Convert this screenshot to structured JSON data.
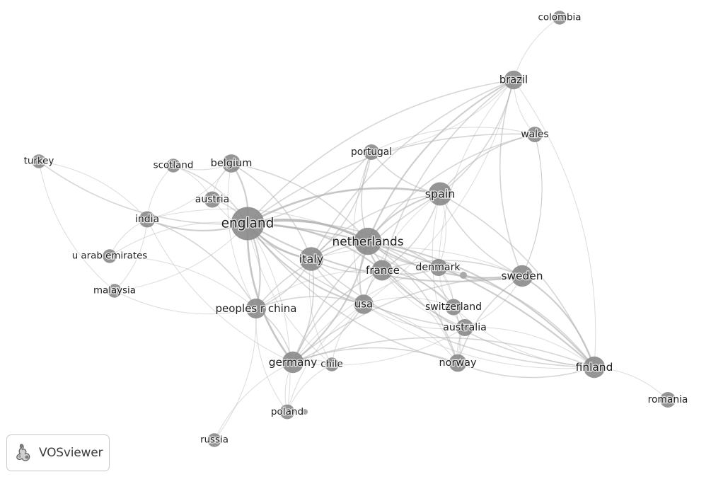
{
  "app": {
    "brand": "VOSviewer"
  },
  "palette": {
    "node": "#8a8a8a",
    "edge": "#b4b4b4",
    "label": "#1e1e1e",
    "background": "#ffffff"
  },
  "logo_icon": "vosviewer-logo-icon",
  "network": {
    "nodes": [
      {
        "id": "england",
        "label": "england",
        "weight": 100
      },
      {
        "id": "netherlands",
        "label": "netherlands",
        "weight": 62
      },
      {
        "id": "italy",
        "label": "italy",
        "weight": 44
      },
      {
        "id": "spain",
        "label": "spain",
        "weight": 42
      },
      {
        "id": "sweden",
        "label": "sweden",
        "weight": 34
      },
      {
        "id": "finland",
        "label": "finland",
        "weight": 34
      },
      {
        "id": "germany",
        "label": "germany",
        "weight": 34
      },
      {
        "id": "france",
        "label": "france",
        "weight": 30
      },
      {
        "id": "peoples_r_china",
        "label": "peoples r china",
        "weight": 28
      },
      {
        "id": "usa",
        "label": "usa",
        "weight": 26
      },
      {
        "id": "brazil",
        "label": "brazil",
        "weight": 24
      },
      {
        "id": "belgium",
        "label": "belgium",
        "weight": 22
      },
      {
        "id": "norway",
        "label": "norway",
        "weight": 20
      },
      {
        "id": "denmark",
        "label": "denmark",
        "weight": 18
      },
      {
        "id": "australia",
        "label": "australia",
        "weight": 18
      },
      {
        "id": "switzerland",
        "label": "switzerland",
        "weight": 16
      },
      {
        "id": "india",
        "label": "india",
        "weight": 16
      },
      {
        "id": "austria",
        "label": "austria",
        "weight": 16
      },
      {
        "id": "portugal",
        "label": "portugal",
        "weight": 14
      },
      {
        "id": "wales",
        "label": "wales",
        "weight": 14
      },
      {
        "id": "romania",
        "label": "romania",
        "weight": 14
      },
      {
        "id": "poland",
        "label": "poland",
        "weight": 12
      },
      {
        "id": "chile",
        "label": "chile",
        "weight": 10
      },
      {
        "id": "scotland",
        "label": "scotland",
        "weight": 10
      },
      {
        "id": "u_arab_emirates",
        "label": "u arab emirates",
        "weight": 10
      },
      {
        "id": "malaysia",
        "label": "malaysia",
        "weight": 10
      },
      {
        "id": "turkey",
        "label": "turkey",
        "weight": 10
      },
      {
        "id": "russia",
        "label": "russia",
        "weight": 10
      },
      {
        "id": "colombia",
        "label": "colombia",
        "weight": 10
      }
    ],
    "links": [
      [
        "england",
        "netherlands",
        5
      ],
      [
        "england",
        "italy",
        4
      ],
      [
        "england",
        "spain",
        4
      ],
      [
        "england",
        "germany",
        4
      ],
      [
        "england",
        "france",
        3
      ],
      [
        "england",
        "sweden",
        3
      ],
      [
        "england",
        "finland",
        3
      ],
      [
        "england",
        "usa",
        3
      ],
      [
        "england",
        "peoples_r_china",
        3
      ],
      [
        "england",
        "belgium",
        3
      ],
      [
        "england",
        "brazil",
        2
      ],
      [
        "england",
        "norway",
        2
      ],
      [
        "england",
        "india",
        3
      ],
      [
        "england",
        "austria",
        2
      ],
      [
        "england",
        "denmark",
        2
      ],
      [
        "england",
        "australia",
        2
      ],
      [
        "england",
        "switzerland",
        2
      ],
      [
        "england",
        "portugal",
        2
      ],
      [
        "england",
        "wales",
        2
      ],
      [
        "england",
        "scotland",
        2
      ],
      [
        "england",
        "malaysia",
        1
      ],
      [
        "england",
        "u_arab_emirates",
        1
      ],
      [
        "england",
        "turkey",
        2
      ],
      [
        "england",
        "chile",
        1
      ],
      [
        "england",
        "poland",
        1
      ],
      [
        "netherlands",
        "italy",
        3
      ],
      [
        "netherlands",
        "spain",
        3
      ],
      [
        "netherlands",
        "france",
        3
      ],
      [
        "netherlands",
        "germany",
        3
      ],
      [
        "netherlands",
        "sweden",
        3
      ],
      [
        "netherlands",
        "finland",
        3
      ],
      [
        "netherlands",
        "usa",
        2
      ],
      [
        "netherlands",
        "brazil",
        3
      ],
      [
        "netherlands",
        "belgium",
        2
      ],
      [
        "netherlands",
        "norway",
        2
      ],
      [
        "netherlands",
        "denmark",
        2
      ],
      [
        "netherlands",
        "switzerland",
        2
      ],
      [
        "netherlands",
        "australia",
        2
      ],
      [
        "netherlands",
        "portugal",
        2
      ],
      [
        "netherlands",
        "peoples_r_china",
        2
      ],
      [
        "netherlands",
        "wales",
        2
      ],
      [
        "netherlands",
        "india",
        1
      ],
      [
        "italy",
        "spain",
        2
      ],
      [
        "italy",
        "france",
        2
      ],
      [
        "italy",
        "germany",
        2
      ],
      [
        "italy",
        "usa",
        2
      ],
      [
        "italy",
        "peoples_r_china",
        2
      ],
      [
        "italy",
        "belgium",
        2
      ],
      [
        "italy",
        "brazil",
        2
      ],
      [
        "italy",
        "finland",
        2
      ],
      [
        "italy",
        "sweden",
        1
      ],
      [
        "italy",
        "portugal",
        2
      ],
      [
        "italy",
        "austria",
        1
      ],
      [
        "italy",
        "chile",
        1
      ],
      [
        "spain",
        "france",
        2
      ],
      [
        "spain",
        "brazil",
        2
      ],
      [
        "spain",
        "wales",
        2
      ],
      [
        "spain",
        "sweden",
        2
      ],
      [
        "spain",
        "finland",
        2
      ],
      [
        "spain",
        "germany",
        2
      ],
      [
        "spain",
        "portugal",
        2
      ],
      [
        "spain",
        "usa",
        1
      ],
      [
        "spain",
        "denmark",
        1
      ],
      [
        "spain",
        "norway",
        1
      ],
      [
        "sweden",
        "finland",
        3
      ],
      [
        "sweden",
        "norway",
        2
      ],
      [
        "sweden",
        "denmark",
        2
      ],
      [
        "sweden",
        "germany",
        2
      ],
      [
        "sweden",
        "brazil",
        2
      ],
      [
        "sweden",
        "france",
        2
      ],
      [
        "sweden",
        "australia",
        1
      ],
      [
        "sweden",
        "wales",
        1
      ],
      [
        "finland",
        "norway",
        2
      ],
      [
        "finland",
        "germany",
        2
      ],
      [
        "finland",
        "romania",
        1
      ],
      [
        "finland",
        "brazil",
        1
      ],
      [
        "finland",
        "france",
        2
      ],
      [
        "finland",
        "denmark",
        2
      ],
      [
        "finland",
        "usa",
        1
      ],
      [
        "finland",
        "australia",
        1
      ],
      [
        "finland",
        "switzerland",
        1
      ],
      [
        "germany",
        "usa",
        2
      ],
      [
        "germany",
        "france",
        2
      ],
      [
        "germany",
        "peoples_r_china",
        2
      ],
      [
        "germany",
        "norway",
        2
      ],
      [
        "germany",
        "poland",
        1
      ],
      [
        "germany",
        "chile",
        1
      ],
      [
        "germany",
        "australia",
        1
      ],
      [
        "germany",
        "denmark",
        1
      ],
      [
        "germany",
        "russia",
        1
      ],
      [
        "germany",
        "india",
        1
      ],
      [
        "france",
        "usa",
        2
      ],
      [
        "france",
        "switzerland",
        2
      ],
      [
        "france",
        "denmark",
        2
      ],
      [
        "france",
        "brazil",
        2
      ],
      [
        "france",
        "australia",
        1
      ],
      [
        "france",
        "norway",
        1
      ],
      [
        "france",
        "peoples_r_china",
        1
      ],
      [
        "peoples_r_china",
        "usa",
        2
      ],
      [
        "peoples_r_china",
        "india",
        2
      ],
      [
        "peoples_r_china",
        "malaysia",
        1
      ],
      [
        "peoples_r_china",
        "u_arab_emirates",
        1
      ],
      [
        "peoples_r_china",
        "belgium",
        1
      ],
      [
        "peoples_r_china",
        "poland",
        1
      ],
      [
        "peoples_r_china",
        "russia",
        1
      ],
      [
        "usa",
        "brazil",
        1
      ],
      [
        "usa",
        "norway",
        1
      ],
      [
        "usa",
        "australia",
        1
      ],
      [
        "usa",
        "switzerland",
        1
      ],
      [
        "usa",
        "chile",
        1
      ],
      [
        "usa",
        "portugal",
        1
      ],
      [
        "usa",
        "poland",
        1
      ],
      [
        "brazil",
        "colombia",
        1
      ],
      [
        "brazil",
        "wales",
        1
      ],
      [
        "brazil",
        "portugal",
        1
      ],
      [
        "brazil",
        "denmark",
        1
      ],
      [
        "belgium",
        "scotland",
        1
      ],
      [
        "belgium",
        "austria",
        1
      ],
      [
        "belgium",
        "india",
        1
      ],
      [
        "india",
        "turkey",
        1
      ],
      [
        "india",
        "malaysia",
        1
      ],
      [
        "india",
        "u_arab_emirates",
        1
      ],
      [
        "india",
        "scotland",
        1
      ],
      [
        "norway",
        "denmark",
        1
      ],
      [
        "norway",
        "australia",
        1
      ],
      [
        "norway",
        "switzerland",
        1
      ],
      [
        "denmark",
        "switzerland",
        1
      ],
      [
        "denmark",
        "australia",
        1
      ],
      [
        "switzerland",
        "australia",
        1
      ],
      [
        "austria",
        "scotland",
        1
      ],
      [
        "portugal",
        "wales",
        1
      ],
      [
        "turkey",
        "malaysia",
        1
      ],
      [
        "wales",
        "sweden",
        1
      ],
      [
        "chile",
        "poland",
        1
      ]
    ]
  }
}
